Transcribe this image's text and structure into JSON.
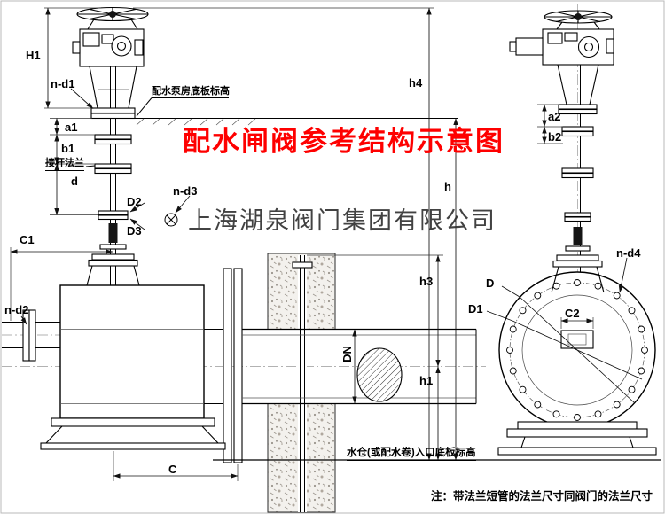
{
  "title": {
    "text": "配水闸阀参考结构示意图",
    "color": "#fe0000"
  },
  "watermark": {
    "text": "上海湖泉阀门集团有限公司",
    "color": "#2d2d2d"
  },
  "annotations": {
    "pump_room_floor": "配水泵房底板标高",
    "stem_flange": "接杆法兰",
    "inlet_floor": "水仓(或配水卷)入口底板标高",
    "note": "注：带法兰短管的法兰尺寸同阀门的法兰尺寸"
  },
  "dimension_labels": {
    "H1": "H1",
    "n_d1": "n-d1",
    "a1": "a1",
    "b1": "b1",
    "d": "d",
    "D2": "D2",
    "n_d3": "n-d3",
    "D3": "D3",
    "C1": "C1",
    "n_d2": "n-d2",
    "C": "C",
    "h4": "h4",
    "h": "h",
    "h3": "h3",
    "DN": "DN",
    "h1": "h1",
    "a2": "a2",
    "b2": "b2",
    "n_d4": "n-d4",
    "D": "D",
    "D1": "D1",
    "C2": "C2"
  },
  "colors": {
    "line": "#000000",
    "title_red": "#fe0000"
  }
}
